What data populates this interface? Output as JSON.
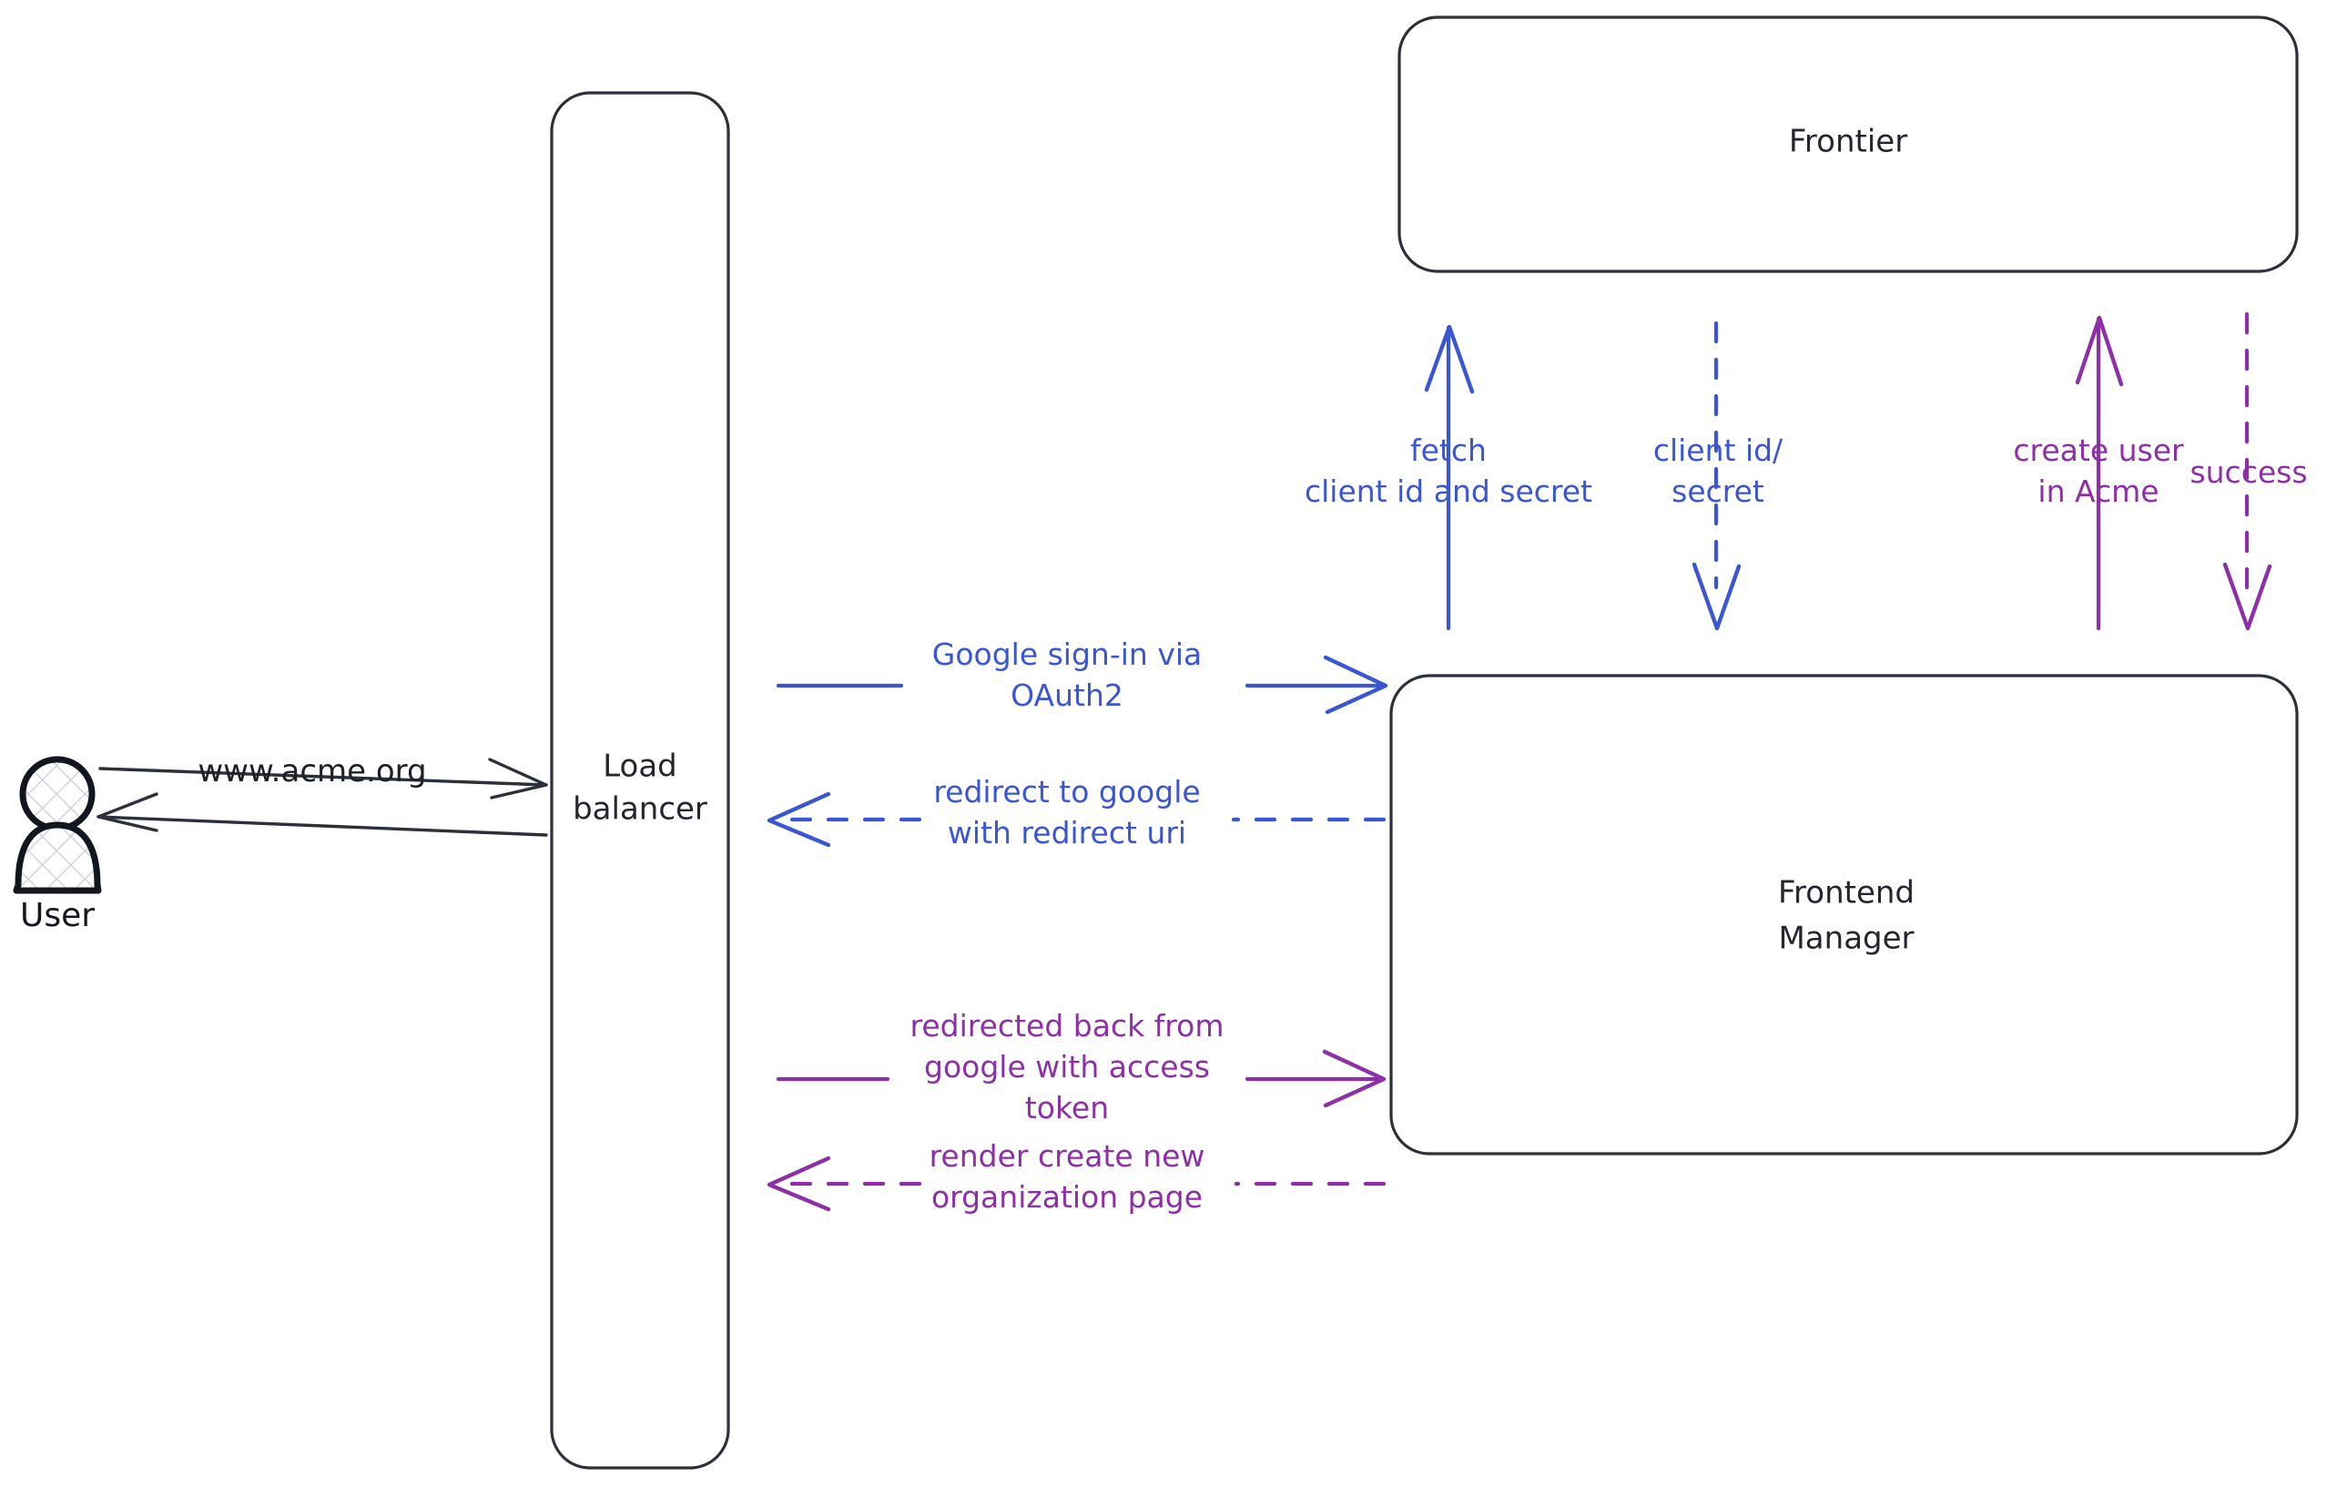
{
  "diagram": {
    "title": "Google OAuth2 sign-in flow",
    "background_color": "#ffffff",
    "colors": {
      "node_stroke": "#2b303b",
      "actor_stroke": "#12161f",
      "blue_edge": "#3b56d3",
      "purple_edge": "#8d2fa6",
      "dark_edge": "#2b303b"
    }
  },
  "actors": [
    {
      "id": "user",
      "label": "User",
      "shape": "person",
      "fill": "cross-hatch"
    }
  ],
  "nodes": [
    {
      "id": "load-balancer",
      "label_lines": [
        "Load",
        "balancer"
      ],
      "shape": "rounded-rect"
    },
    {
      "id": "frontier",
      "label_lines": [
        "Frontier"
      ],
      "shape": "rounded-rect"
    },
    {
      "id": "frontend-manager",
      "label_lines": [
        "Frontend",
        "Manager"
      ],
      "shape": "rounded-rect"
    }
  ],
  "edges": [
    {
      "id": "user-to-lb",
      "from": "user",
      "to": "load-balancer",
      "label_lines": [
        "www.acme.org"
      ],
      "color": "#2b303b",
      "style": "solid",
      "direction": "right"
    },
    {
      "id": "lb-to-user",
      "from": "load-balancer",
      "to": "user",
      "label_lines": [],
      "color": "#2b303b",
      "style": "solid",
      "direction": "left"
    },
    {
      "id": "lb-to-fm-signin",
      "from": "load-balancer",
      "to": "frontend-manager",
      "label_lines": [
        "Google sign-in via",
        "OAuth2"
      ],
      "color": "#3b56d3",
      "style": "solid",
      "direction": "right"
    },
    {
      "id": "fm-to-lb-redirect",
      "from": "frontend-manager",
      "to": "load-balancer",
      "label_lines": [
        "redirect to google",
        "with redirect uri"
      ],
      "color": "#3b56d3",
      "style": "dashed",
      "direction": "left"
    },
    {
      "id": "lb-to-fm-token",
      "from": "load-balancer",
      "to": "frontend-manager",
      "label_lines": [
        "redirected back from",
        "google with access",
        "token"
      ],
      "color": "#8d2fa6",
      "style": "solid",
      "direction": "right"
    },
    {
      "id": "fm-to-lb-render",
      "from": "frontend-manager",
      "to": "load-balancer",
      "label_lines": [
        "render create new",
        "organization page"
      ],
      "color": "#8d2fa6",
      "style": "dashed",
      "direction": "left"
    },
    {
      "id": "fm-to-frontier-fetch",
      "from": "frontend-manager",
      "to": "frontier",
      "label_lines": [
        "fetch",
        "client id and secret"
      ],
      "color": "#3b56d3",
      "style": "solid",
      "direction": "up"
    },
    {
      "id": "frontier-to-fm-secret",
      "from": "frontier",
      "to": "frontend-manager",
      "label_lines": [
        "client id/",
        "secret"
      ],
      "color": "#3b56d3",
      "style": "dashed",
      "direction": "down"
    },
    {
      "id": "fm-to-frontier-create",
      "from": "frontend-manager",
      "to": "frontier",
      "label_lines": [
        "create user",
        "in Acme"
      ],
      "color": "#8d2fa6",
      "style": "solid",
      "direction": "up"
    },
    {
      "id": "frontier-to-fm-success",
      "from": "frontier",
      "to": "frontend-manager",
      "label_lines": [
        "success"
      ],
      "color": "#8d2fa6",
      "style": "dashed",
      "direction": "down"
    }
  ]
}
